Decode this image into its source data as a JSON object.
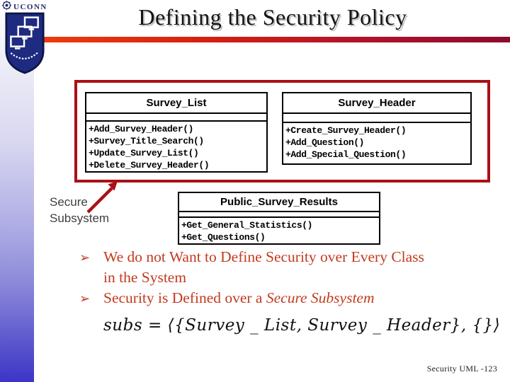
{
  "slide": {
    "title": "Defining the Security Policy",
    "footer": "Security UML -123"
  },
  "logo": {
    "wordmark": "UCONN"
  },
  "diagram": {
    "secure_subsystem_label_line1": "Secure",
    "secure_subsystem_label_line2": "Subsystem",
    "classes": [
      {
        "name": "Survey_List",
        "methods": [
          "+Add_Survey_Header()",
          "+Survey_Title_Search()",
          "+Update_Survey_List()",
          "+Delete_Survey_Header()"
        ]
      },
      {
        "name": "Survey_Header",
        "methods": [
          "+Create_Survey_Header()",
          "+Add_Question()",
          "+Add_Special_Question()"
        ]
      },
      {
        "name": "Public_Survey_Results",
        "methods": [
          "+Get_General_Statistics()",
          "+Get_Questions()"
        ]
      }
    ]
  },
  "bullets": {
    "marker": "➢",
    "items": [
      {
        "line1": "We do not Want to Define Security over Every Class",
        "line2": "in the System"
      },
      {
        "text": "Security is Defined over a ",
        "italic": "Secure Subsystem"
      }
    ]
  },
  "formula": "subs = ⟨{Survey _ List, Survey _ Header}, {}⟩",
  "colors": {
    "bar-start": "#f03d0c",
    "bar-end": "#8e0b2d",
    "secure-border": "#aa1016",
    "bullet-red": "#c23b1f",
    "strip-bottom": "#3c35c7",
    "shield-navy": "#1e2b80",
    "wordmark-navy": "#232a66"
  }
}
